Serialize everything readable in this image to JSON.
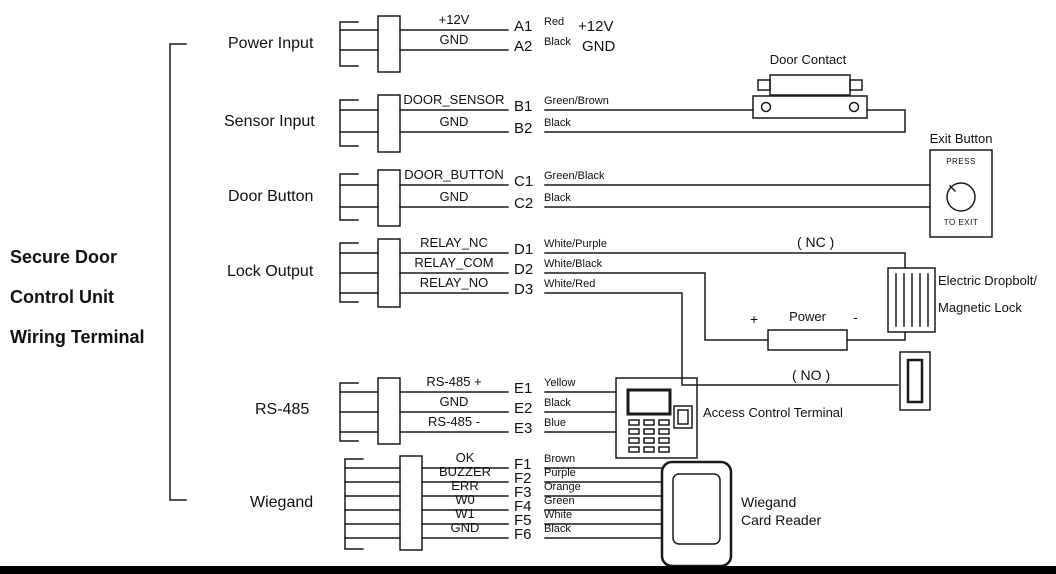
{
  "title": {
    "lines": [
      "Secure Door",
      "Control Unit",
      "Wiring Terminal"
    ]
  },
  "groups": [
    {
      "label": "Power Input",
      "pins": [
        "+12V",
        "GND"
      ],
      "wires": [
        {
          "id": "A1",
          "color": "Red",
          "signal": "+12V"
        },
        {
          "id": "A2",
          "color": "Black",
          "signal": "GND"
        }
      ]
    },
    {
      "label": "Sensor Input",
      "pins": [
        "DOOR_SENSOR",
        "GND"
      ],
      "wires": [
        {
          "id": "B1",
          "color": "Green/Brown"
        },
        {
          "id": "B2",
          "color": "Black"
        }
      ]
    },
    {
      "label": "Door Button",
      "pins": [
        "DOOR_BUTTON",
        "GND"
      ],
      "wires": [
        {
          "id": "C1",
          "color": "Green/Black"
        },
        {
          "id": "C2",
          "color": "Black"
        }
      ]
    },
    {
      "label": "Lock Output",
      "pins": [
        "RELAY_NC",
        "RELAY_COM",
        "RELAY_NO"
      ],
      "wires": [
        {
          "id": "D1",
          "color": "White/Purple"
        },
        {
          "id": "D2",
          "color": "White/Black"
        },
        {
          "id": "D3",
          "color": "White/Red"
        }
      ]
    },
    {
      "label": "RS-485",
      "pins": [
        "RS-485 +",
        "GND",
        "RS-485 -"
      ],
      "wires": [
        {
          "id": "E1",
          "color": "Yellow"
        },
        {
          "id": "E2",
          "color": "Black"
        },
        {
          "id": "E3",
          "color": "Blue"
        }
      ]
    },
    {
      "label": "Wiegand",
      "pins": [
        "OK",
        "BUZZER",
        "ERR",
        "W0",
        "W1",
        "GND"
      ],
      "wires": [
        {
          "id": "F1",
          "color": "Brown"
        },
        {
          "id": "F2",
          "color": "Purple"
        },
        {
          "id": "F3",
          "color": "Orange"
        },
        {
          "id": "F4",
          "color": "Green"
        },
        {
          "id": "F5",
          "color": "White"
        },
        {
          "id": "F6",
          "color": "Black"
        }
      ]
    }
  ],
  "devices": {
    "door_contact": {
      "label": "Door Contact"
    },
    "exit_button": {
      "label": "Exit Button",
      "press": "PRESS",
      "to_exit": "TO EXIT"
    },
    "power_supply": {
      "plus": "+",
      "label": "Power",
      "minus": "-"
    },
    "lock": {
      "nc": "( NC )",
      "no": "( NO )",
      "name_line1": "Electric Dropbolt/",
      "name_line2": "Magnetic Lock"
    },
    "access_terminal": {
      "label": "Access Control Terminal"
    },
    "card_reader": {
      "label_line1": "Wiegand",
      "label_line2": "Card Reader"
    }
  },
  "colors": {
    "line": "#1a1a1a",
    "text": "#111111",
    "bottom_bar": "#000000"
  }
}
